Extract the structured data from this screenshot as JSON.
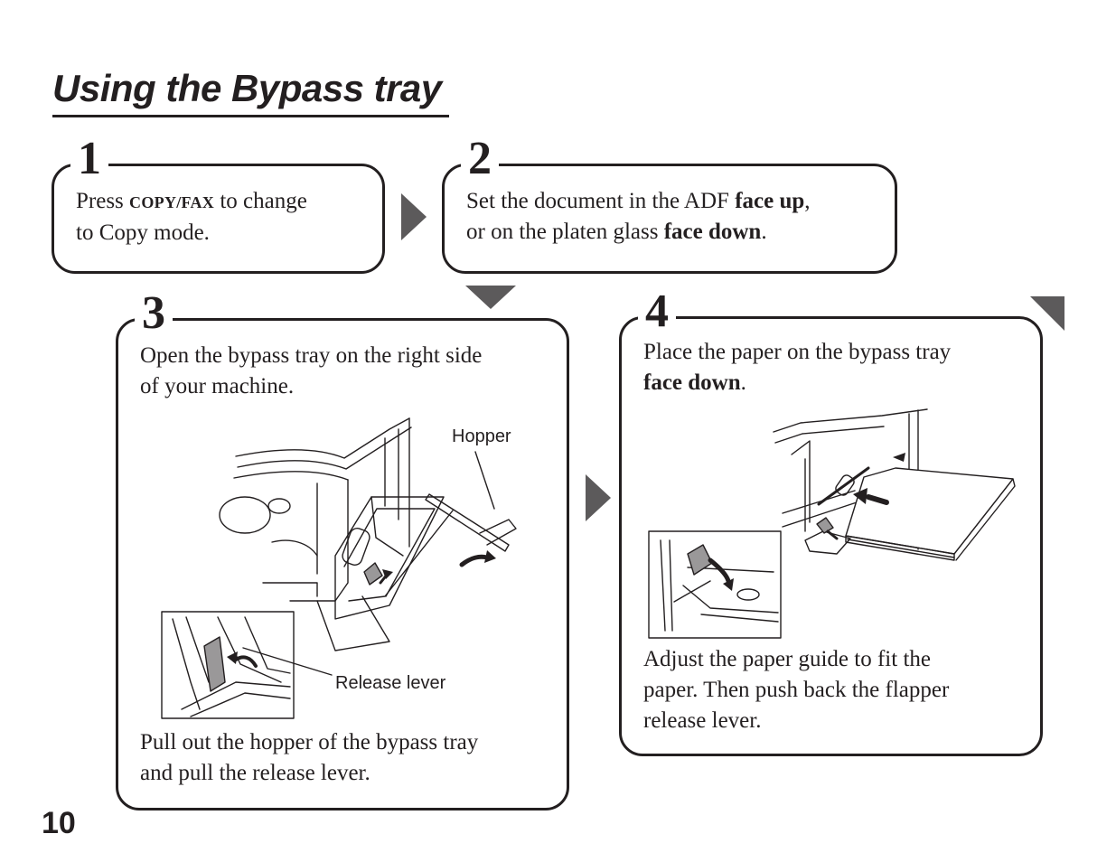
{
  "page": {
    "title": "Using the Bypass tray",
    "page_number": "10"
  },
  "steps": [
    {
      "number": "1",
      "line1_a": "Press ",
      "line1_key": "COPY/FAX",
      "line1_b": " to change",
      "line2": "to Copy mode."
    },
    {
      "number": "2",
      "line1_a": "Set the document in the ADF ",
      "line1_bold": "face up",
      "line1_b": ",",
      "line2_a": "or on the platen glass ",
      "line2_bold": "face down",
      "line2_b": "."
    },
    {
      "number": "3",
      "line1": "Open the bypass tray on the right side",
      "line2": "of your machine.",
      "callout_hopper": "Hopper",
      "callout_release": "Release lever",
      "bottom_line1": "Pull out the hopper of the bypass tray",
      "bottom_line2": "and pull the release lever."
    },
    {
      "number": "4",
      "line1": "Place the paper on the bypass tray",
      "line2_bold": "face down",
      "line2_b": ".",
      "bottom_line1": "Adjust the paper guide to fit the",
      "bottom_line2": "paper. Then push back the flapper",
      "bottom_line3": "release lever."
    }
  ],
  "icons": {
    "flow_arrow_color": "#5c5a5b",
    "ink_color": "#231f20"
  }
}
